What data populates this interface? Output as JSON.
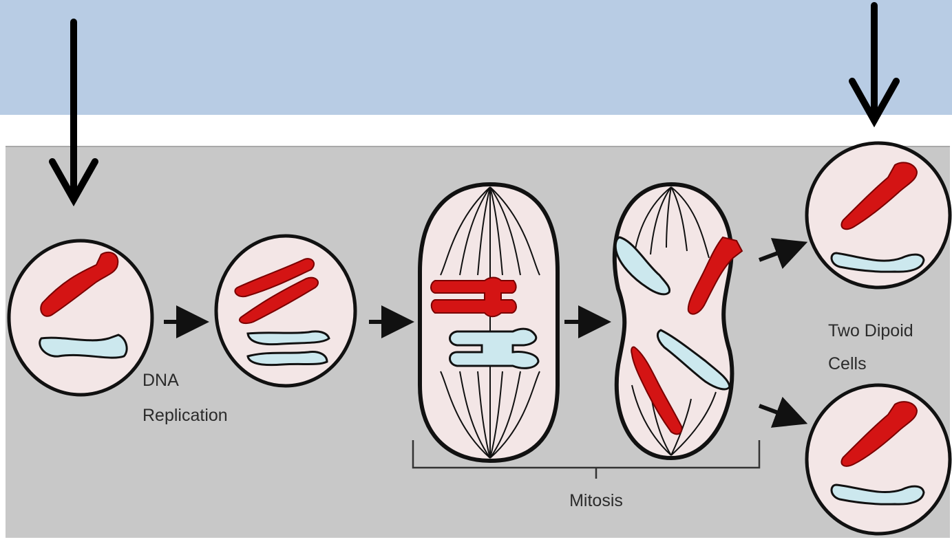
{
  "diagram": {
    "labels": {
      "dna_replication_line1": "DNA",
      "dna_replication_line2": "Replication",
      "mitosis": "Mitosis",
      "two_diploid_line1": "Two Dipoid",
      "two_diploid_line2": "Cells"
    },
    "colors": {
      "banner": "#b8cce4",
      "panel": "#c8c8c8",
      "cell_fill": "#f3e6e6",
      "red_chromosome": "#d41414",
      "blue_chromosome": "#cce8ee",
      "outline": "#111111"
    },
    "icons": [
      "down-arrow-icon",
      "right-arrow-icon"
    ]
  }
}
